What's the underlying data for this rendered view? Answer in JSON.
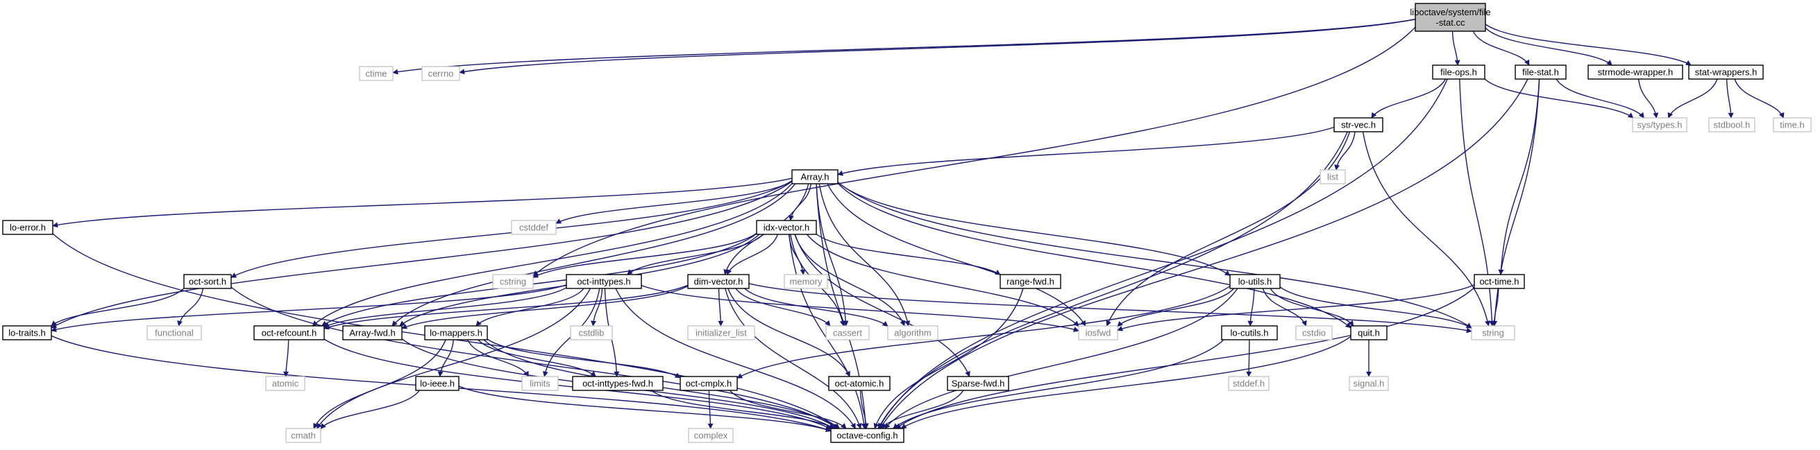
{
  "colors": {
    "edge": "#191970",
    "root_fill": "#bfbfbf",
    "system_border": "#bfbfbf",
    "system_text": "#7f7f7f"
  },
  "nodes": [
    {
      "id": "root",
      "lines": [
        "liboctave/system/file",
        "-stat.cc"
      ],
      "kind": "root"
    },
    {
      "id": "ctime",
      "lines": [
        "ctime"
      ],
      "kind": "system"
    },
    {
      "id": "cerrno",
      "lines": [
        "cerrno"
      ],
      "kind": "system"
    },
    {
      "id": "file-ops",
      "lines": [
        "file-ops.h"
      ],
      "kind": "header"
    },
    {
      "id": "file-stat",
      "lines": [
        "file-stat.h"
      ],
      "kind": "header"
    },
    {
      "id": "strmode",
      "lines": [
        "strmode-wrapper.h"
      ],
      "kind": "header"
    },
    {
      "id": "stat-wrappers",
      "lines": [
        "stat-wrappers.h"
      ],
      "kind": "header"
    },
    {
      "id": "sys-types",
      "lines": [
        "sys/types.h"
      ],
      "kind": "system"
    },
    {
      "id": "stdbool",
      "lines": [
        "stdbool.h"
      ],
      "kind": "system"
    },
    {
      "id": "time",
      "lines": [
        "time.h"
      ],
      "kind": "system"
    },
    {
      "id": "str-vec",
      "lines": [
        "str-vec.h"
      ],
      "kind": "header"
    },
    {
      "id": "list",
      "lines": [
        "list"
      ],
      "kind": "system"
    },
    {
      "id": "Array",
      "lines": [
        "Array.h"
      ],
      "kind": "header"
    },
    {
      "id": "lo-error",
      "lines": [
        "lo-error.h"
      ],
      "kind": "header"
    },
    {
      "id": "cstddef",
      "lines": [
        "cstddef"
      ],
      "kind": "system"
    },
    {
      "id": "idx-vector",
      "lines": [
        "idx-vector.h"
      ],
      "kind": "header"
    },
    {
      "id": "memory",
      "lines": [
        "memory"
      ],
      "kind": "system"
    },
    {
      "id": "range-fwd",
      "lines": [
        "range-fwd.h"
      ],
      "kind": "header"
    },
    {
      "id": "oct-sort",
      "lines": [
        "oct-sort.h"
      ],
      "kind": "header"
    },
    {
      "id": "cstring",
      "lines": [
        "cstring"
      ],
      "kind": "system"
    },
    {
      "id": "oct-inttypes",
      "lines": [
        "oct-inttypes.h"
      ],
      "kind": "header"
    },
    {
      "id": "dim-vector",
      "lines": [
        "dim-vector.h"
      ],
      "kind": "header"
    },
    {
      "id": "lo-utils",
      "lines": [
        "lo-utils.h"
      ],
      "kind": "header"
    },
    {
      "id": "oct-time",
      "lines": [
        "oct-time.h"
      ],
      "kind": "header"
    },
    {
      "id": "lo-traits",
      "lines": [
        "lo-traits.h"
      ],
      "kind": "header"
    },
    {
      "id": "functional",
      "lines": [
        "functional"
      ],
      "kind": "system"
    },
    {
      "id": "oct-refcount",
      "lines": [
        "oct-refcount.h"
      ],
      "kind": "header"
    },
    {
      "id": "Array-fwd",
      "lines": [
        "Array-fwd.h"
      ],
      "kind": "header"
    },
    {
      "id": "lo-mappers",
      "lines": [
        "lo-mappers.h"
      ],
      "kind": "header"
    },
    {
      "id": "cstdlib",
      "lines": [
        "cstdlib"
      ],
      "kind": "system"
    },
    {
      "id": "initializer_list",
      "lines": [
        "initializer_list"
      ],
      "kind": "system"
    },
    {
      "id": "cassert",
      "lines": [
        "cassert"
      ],
      "kind": "system"
    },
    {
      "id": "algorithm",
      "lines": [
        "algorithm"
      ],
      "kind": "system"
    },
    {
      "id": "iosfwd",
      "lines": [
        "iosfwd"
      ],
      "kind": "system"
    },
    {
      "id": "lo-cutils",
      "lines": [
        "lo-cutils.h"
      ],
      "kind": "header"
    },
    {
      "id": "cstdio",
      "lines": [
        "cstdio"
      ],
      "kind": "system"
    },
    {
      "id": "quit",
      "lines": [
        "quit.h"
      ],
      "kind": "header"
    },
    {
      "id": "string",
      "lines": [
        "string"
      ],
      "kind": "system"
    },
    {
      "id": "atomic",
      "lines": [
        "atomic"
      ],
      "kind": "system"
    },
    {
      "id": "lo-ieee",
      "lines": [
        "lo-ieee.h"
      ],
      "kind": "header"
    },
    {
      "id": "limits",
      "lines": [
        "limits"
      ],
      "kind": "system"
    },
    {
      "id": "oct-inttypes-fwd",
      "lines": [
        "oct-inttypes-fwd.h"
      ],
      "kind": "header"
    },
    {
      "id": "oct-cmplx",
      "lines": [
        "oct-cmplx.h"
      ],
      "kind": "header"
    },
    {
      "id": "oct-atomic",
      "lines": [
        "oct-atomic.h"
      ],
      "kind": "header"
    },
    {
      "id": "Sparse-fwd",
      "lines": [
        "Sparse-fwd.h"
      ],
      "kind": "header"
    },
    {
      "id": "stddef",
      "lines": [
        "stddef.h"
      ],
      "kind": "system"
    },
    {
      "id": "signal",
      "lines": [
        "signal.h"
      ],
      "kind": "system"
    },
    {
      "id": "cmath",
      "lines": [
        "cmath"
      ],
      "kind": "system"
    },
    {
      "id": "complex",
      "lines": [
        "complex"
      ],
      "kind": "system"
    },
    {
      "id": "octave-config",
      "lines": [
        "octave-config.h"
      ],
      "kind": "header"
    }
  ],
  "edges": [
    [
      "root",
      "ctime"
    ],
    [
      "root",
      "cerrno"
    ],
    [
      "root",
      "cstring"
    ],
    [
      "root",
      "file-ops"
    ],
    [
      "root",
      "file-stat"
    ],
    [
      "root",
      "strmode"
    ],
    [
      "root",
      "stat-wrappers"
    ],
    [
      "file-ops",
      "str-vec"
    ],
    [
      "file-ops",
      "sys-types"
    ],
    [
      "file-ops",
      "string"
    ],
    [
      "file-ops",
      "octave-config"
    ],
    [
      "file-stat",
      "sys-types"
    ],
    [
      "file-stat",
      "oct-time"
    ],
    [
      "file-stat",
      "string"
    ],
    [
      "file-stat",
      "octave-config"
    ],
    [
      "strmode",
      "sys-types"
    ],
    [
      "stat-wrappers",
      "sys-types"
    ],
    [
      "stat-wrappers",
      "stdbool"
    ],
    [
      "stat-wrappers",
      "time"
    ],
    [
      "str-vec",
      "Array"
    ],
    [
      "str-vec",
      "list"
    ],
    [
      "str-vec",
      "iosfwd"
    ],
    [
      "str-vec",
      "string"
    ],
    [
      "str-vec",
      "octave-config"
    ],
    [
      "Array",
      "lo-error"
    ],
    [
      "Array",
      "cstddef"
    ],
    [
      "Array",
      "oct-sort"
    ],
    [
      "Array",
      "lo-traits"
    ],
    [
      "Array",
      "idx-vector"
    ],
    [
      "Array",
      "dim-vector"
    ],
    [
      "Array",
      "oct-refcount"
    ],
    [
      "Array",
      "Array-fwd"
    ],
    [
      "Array",
      "cassert"
    ],
    [
      "Array",
      "algorithm"
    ],
    [
      "Array",
      "iosfwd"
    ],
    [
      "Array",
      "lo-utils"
    ],
    [
      "Array",
      "quit"
    ],
    [
      "Array",
      "string"
    ],
    [
      "Array",
      "octave-config"
    ],
    [
      "lo-error",
      "octave-config"
    ],
    [
      "oct-sort",
      "lo-traits"
    ],
    [
      "oct-sort",
      "functional"
    ],
    [
      "oct-sort",
      "octave-config"
    ],
    [
      "lo-traits",
      "octave-config"
    ],
    [
      "idx-vector",
      "cstring"
    ],
    [
      "idx-vector",
      "memory"
    ],
    [
      "idx-vector",
      "range-fwd"
    ],
    [
      "idx-vector",
      "oct-inttypes"
    ],
    [
      "idx-vector",
      "dim-vector"
    ],
    [
      "idx-vector",
      "oct-refcount"
    ],
    [
      "idx-vector",
      "Array-fwd"
    ],
    [
      "idx-vector",
      "cassert"
    ],
    [
      "idx-vector",
      "algorithm"
    ],
    [
      "idx-vector",
      "iosfwd"
    ],
    [
      "idx-vector",
      "Sparse-fwd"
    ],
    [
      "idx-vector",
      "octave-config"
    ],
    [
      "range-fwd",
      "octave-config"
    ],
    [
      "oct-inttypes",
      "lo-traits"
    ],
    [
      "oct-inttypes",
      "oct-refcount"
    ],
    [
      "oct-inttypes",
      "lo-mappers"
    ],
    [
      "oct-inttypes",
      "cstdlib"
    ],
    [
      "oct-inttypes",
      "limits"
    ],
    [
      "oct-inttypes",
      "oct-inttypes-fwd"
    ],
    [
      "oct-inttypes",
      "cmath"
    ],
    [
      "oct-inttypes",
      "iosfwd"
    ],
    [
      "oct-inttypes",
      "octave-config"
    ],
    [
      "dim-vector",
      "Array-fwd"
    ],
    [
      "dim-vector",
      "oct-refcount"
    ],
    [
      "dim-vector",
      "initializer_list"
    ],
    [
      "dim-vector",
      "cassert"
    ],
    [
      "dim-vector",
      "algorithm"
    ],
    [
      "dim-vector",
      "string"
    ],
    [
      "dim-vector",
      "oct-atomic"
    ],
    [
      "dim-vector",
      "octave-config"
    ],
    [
      "lo-utils",
      "iosfwd"
    ],
    [
      "lo-utils",
      "lo-cutils"
    ],
    [
      "lo-utils",
      "cstdio"
    ],
    [
      "lo-utils",
      "quit"
    ],
    [
      "lo-utils",
      "string"
    ],
    [
      "lo-utils",
      "oct-cmplx"
    ],
    [
      "lo-utils",
      "octave-config"
    ],
    [
      "oct-time",
      "iosfwd"
    ],
    [
      "oct-time",
      "string"
    ],
    [
      "oct-time",
      "octave-config"
    ],
    [
      "oct-refcount",
      "atomic"
    ],
    [
      "oct-refcount",
      "octave-config"
    ],
    [
      "Array-fwd",
      "octave-config"
    ],
    [
      "lo-mappers",
      "lo-ieee"
    ],
    [
      "lo-mappers",
      "limits"
    ],
    [
      "lo-mappers",
      "oct-inttypes-fwd"
    ],
    [
      "lo-mappers",
      "oct-cmplx"
    ],
    [
      "lo-mappers",
      "cmath"
    ],
    [
      "lo-mappers",
      "octave-config"
    ],
    [
      "lo-ieee",
      "cmath"
    ],
    [
      "lo-ieee",
      "octave-config"
    ],
    [
      "oct-inttypes-fwd",
      "octave-config"
    ],
    [
      "oct-cmplx",
      "complex"
    ],
    [
      "oct-cmplx",
      "octave-config"
    ],
    [
      "oct-atomic",
      "octave-config"
    ],
    [
      "Sparse-fwd",
      "octave-config"
    ],
    [
      "lo-cutils",
      "stddef"
    ],
    [
      "lo-cutils",
      "octave-config"
    ],
    [
      "quit",
      "signal"
    ],
    [
      "quit",
      "octave-config"
    ]
  ]
}
